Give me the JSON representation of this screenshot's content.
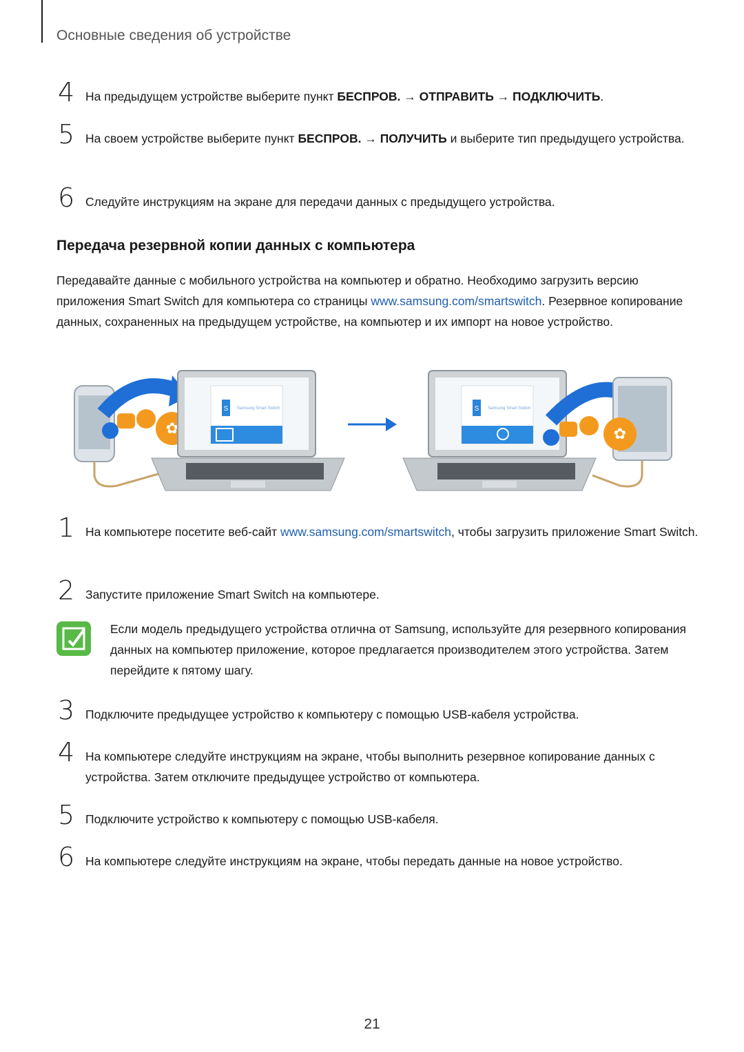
{
  "header": {
    "title": "Основные сведения об устройстве"
  },
  "steps_top": [
    {
      "num": "4",
      "t1": "На предыдущем устройстве выберите пункт ",
      "b1": "БЕСПРОВ.",
      "t2": " → ",
      "b2": "ОТПРАВИТЬ",
      "t3": " → ",
      "b3": "ПОДКЛЮЧИТЬ",
      "t4": "."
    },
    {
      "num": "5",
      "t1": "На своем устройстве выберите пункт ",
      "b1": "БЕСПРОВ.",
      "t2": " → ",
      "b2": "ПОЛУЧИТЬ",
      "t3": " и выберите тип предыдущего устройства."
    },
    {
      "num": "6",
      "t1": "Следуйте инструкциям на экране для передачи данных с предыдущего устройства."
    }
  ],
  "section": {
    "title": "Передача резервной копии данных с компьютера",
    "para_a": "Передавайте данные с мобильного устройства на компьютер и обратно. Необходимо загрузить версию приложения Smart Switch для компьютера со страницы ",
    "para_link": "www.samsung.com/smartswitch",
    "para_b": ". Резервное копирование данных, сохраненных на предыдущем устройстве, на компьютер и их импорт на новое устройство."
  },
  "steps_bottom": [
    {
      "num": "1",
      "t1": "На компьютере посетите веб-сайт ",
      "link": "www.samsung.com/smartswitch",
      "t2": ", чтобы загрузить приложение Smart Switch."
    },
    {
      "num": "2",
      "t1": "Запустите приложение Smart Switch на компьютере."
    },
    {
      "num": "3",
      "t1": "Подключите предыдущее устройство к компьютеру с помощью USB-кабеля устройства."
    },
    {
      "num": "4",
      "t1": "На компьютере следуйте инструкциям на экране, чтобы выполнить резервное копирование данных с устройства. Затем отключите предыдущее устройство от компьютера."
    },
    {
      "num": "5",
      "t1": "Подключите устройство к компьютеру с помощью USB-кабеля."
    },
    {
      "num": "6",
      "t1": "На компьютере следуйте инструкциям на экране, чтобы передать данные на новое устройство."
    }
  ],
  "note": {
    "text": "Если модель предыдущего устройства отлична от Samsung, используйте для резервного копирования данных на компьютер приложение, которое предлагается производителем этого устройства. Затем перейдите к пятому шагу.",
    "icon": "note-pencil-icon"
  },
  "illustration": {
    "screen_text": "Samsung Smart Switch",
    "app_letter": "S"
  },
  "colors": {
    "accent_blue": "#1f6fd6",
    "link": "#1f5fb0",
    "note_green": "#58b947",
    "orange": "#f39a1e"
  },
  "page_number": "21"
}
